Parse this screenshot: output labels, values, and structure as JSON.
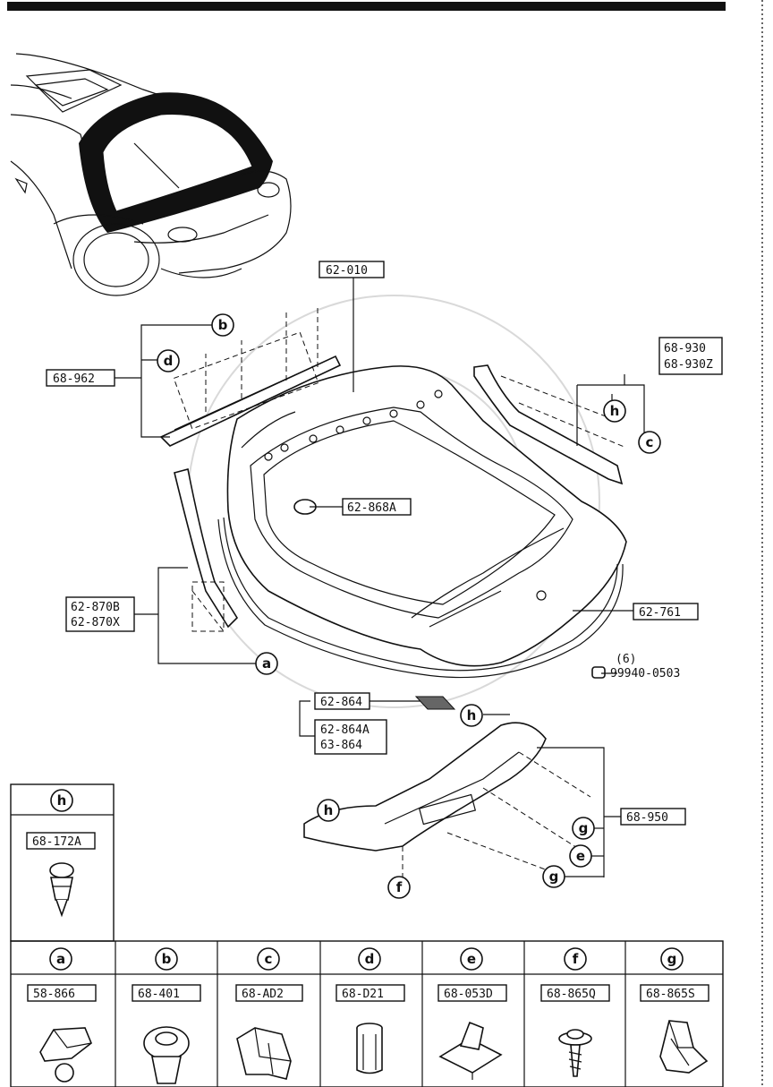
{
  "labels": {
    "p62010": "62-010",
    "p68962": "68-962",
    "p68930": "68-930",
    "p68930z": "68-930Z",
    "p62868a": "62-868A",
    "p62870b": "62-870B",
    "p62870x": "62-870X",
    "p62761": "62-761",
    "qty6": "(6)",
    "p99940": "99940-0503",
    "p62864": "62-864",
    "p62864a": "62-864A",
    "p63864": "63-864",
    "p68950": "68-950"
  },
  "callouts": {
    "a": "a",
    "b": "b",
    "c": "c",
    "d": "d",
    "e": "e",
    "f": "f",
    "g": "g",
    "h": "h"
  },
  "legend": {
    "h": {
      "letter": "h",
      "part": "68-172A"
    },
    "a": {
      "letter": "a",
      "part": "58-866"
    },
    "b": {
      "letter": "b",
      "part": "68-401"
    },
    "c": {
      "letter": "c",
      "part": "68-AD2"
    },
    "d": {
      "letter": "d",
      "part": "68-D21"
    },
    "e": {
      "letter": "e",
      "part": "68-053D"
    },
    "f": {
      "letter": "f",
      "part": "68-865Q"
    },
    "g": {
      "letter": "g",
      "part": "68-865S"
    }
  }
}
